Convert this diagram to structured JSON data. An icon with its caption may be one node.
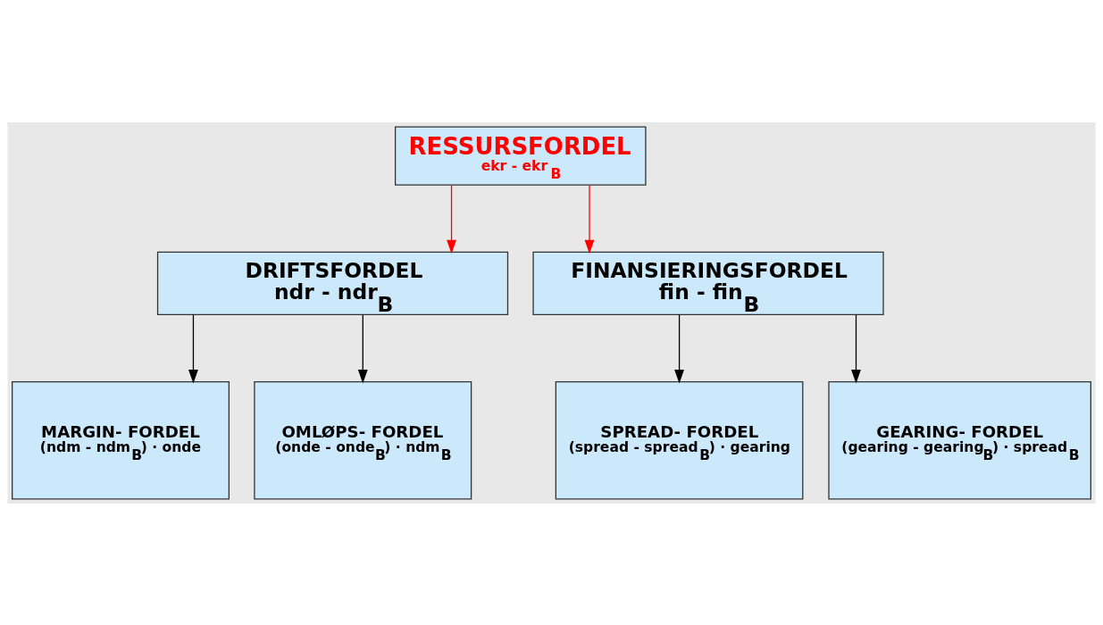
{
  "diagram": {
    "nodes": [
      {
        "text": [
          "RESSURSFORDEL",
          "ekr - ekr$_{B}$"
        ]
      },
      {
        "text": [
          "DRIFTSFORDEL",
          "ndr - ndr$_{B}$"
        ]
      },
      {
        "text": [
          "FINANSIERINGSFORDEL",
          "fin - fin$_{B}$"
        ]
      },
      {
        "text": [
          "MARGIN- FORDEL",
          "(ndm - ndm$_{B}$) · onde"
        ]
      },
      {
        "text": [
          "OMLØPS- FORDEL",
          "(onde - onde$_{B}$) · ndm$_{B}$"
        ]
      },
      {
        "text": [
          "SPREAD- FORDEL",
          "(spread - spread$_{B}$) · gearing"
        ]
      },
      {
        "text": [
          "GEARING- FORDEL",
          "(gearing - gearing$_{B}$) · spread$_{B}$"
        ]
      }
    ],
    "edges": [
      {
        "from": 0,
        "to": 1,
        "arrow": "to",
        "color": "#ff0000"
      },
      {
        "from": 0,
        "to": 2,
        "arrow": "to",
        "color": "#ff0000"
      },
      {
        "from": 1,
        "to": 3,
        "arrow": "to"
      },
      {
        "from": 1,
        "to": 4,
        "arrow": "to"
      },
      {
        "from": 2,
        "to": 5,
        "arrow": "to"
      },
      {
        "from": 2,
        "to": 6,
        "arrow": "to"
      }
    ]
  }
}
